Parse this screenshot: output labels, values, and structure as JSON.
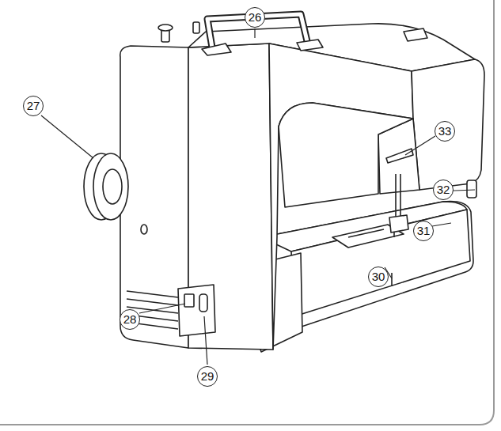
{
  "diagram": {
    "labels": [
      "26",
      "27",
      "28",
      "29",
      "30",
      "31",
      "32",
      "33"
    ]
  }
}
